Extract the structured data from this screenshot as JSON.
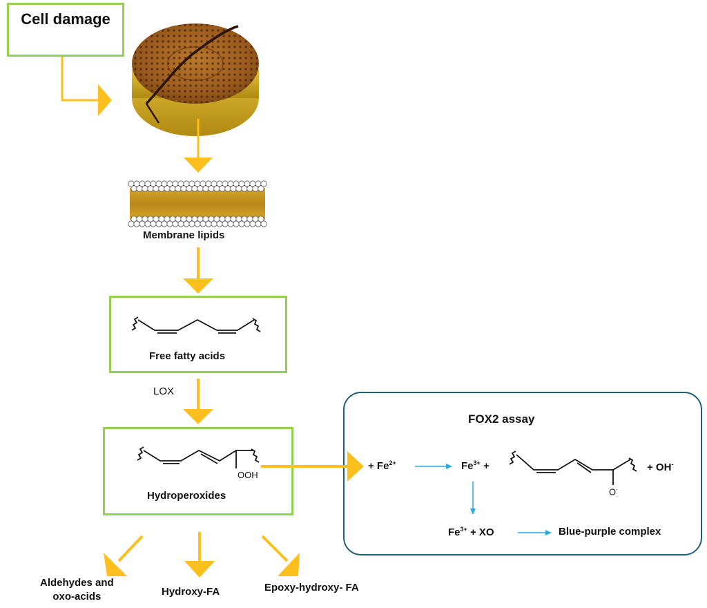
{
  "nodes": {
    "cell_damage": "Cell damage",
    "membrane_lipids": "Membrane lipids",
    "free_fatty_acids": "Free fatty acids",
    "lox": "LOX",
    "hydroperoxides": "Hydroperoxides",
    "ooh": "OOH",
    "aldehydes_line1": "Aldehydes and",
    "aldehydes_line2": "oxo-acids",
    "hydroxy_fa": "Hydroxy-FA",
    "epoxy_hydroxy_fa": "Epoxy-hydroxy- FA"
  },
  "fox2": {
    "title": "FOX2 assay",
    "plus_fe2_prefix": "+ Fe",
    "fe2_charge": "2+",
    "fe3_prefix": "Fe",
    "fe3_charge": "3+",
    "fe3_plus": " +",
    "plus_oh": "+ OH",
    "oh_charge": "-",
    "o_radical": "O",
    "radical_dot": "·",
    "xo_prefix": "Fe",
    "xo_charge": "3+",
    "xo_suffix": " + XO",
    "complex": "Blue-purple complex"
  },
  "colors": {
    "flow_arrow": "#fcbf1e",
    "reaction_arrow": "#29a9e0",
    "box_border": "#92d050",
    "fox_border": "#1f5f7a"
  }
}
